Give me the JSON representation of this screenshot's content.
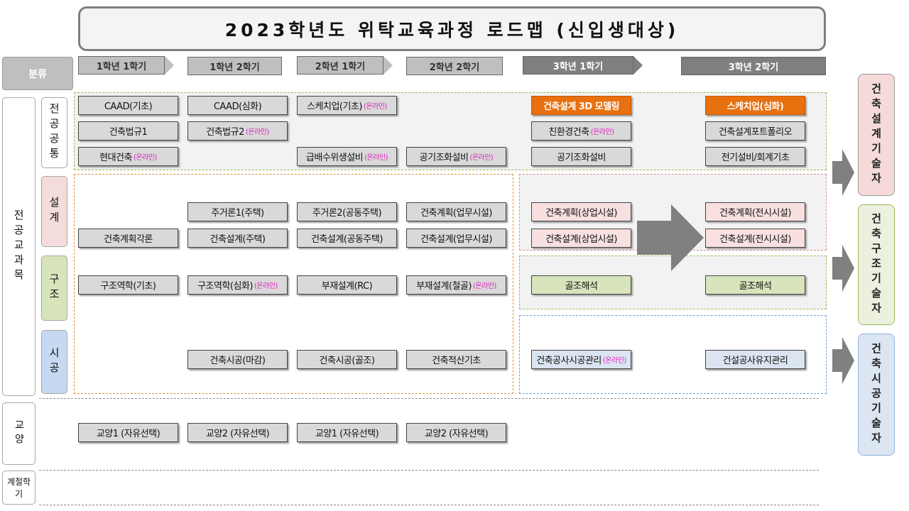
{
  "title": "2023학년도   위탁교육과정  로드맵  (신입생대상)",
  "semesters": [
    "1학년 1학기",
    "1학년 2학기",
    "2학년 1학기",
    "2학년 2학기",
    "3학년 1학기",
    "3학년 2학기"
  ],
  "categories": {
    "classification": "분류",
    "major_subjects": "전공교과목",
    "major_common": "전공공통",
    "design": "설계",
    "structure": "구조",
    "construction": "시공",
    "liberal": "교양",
    "seasonal": "계절학기"
  },
  "online_tag": "(온라인)",
  "courses": {
    "c1": "CAAD(기초)",
    "c2": "건축법규1",
    "c3": "현대건축",
    "c4": "CAAD(심화)",
    "c5": "건축법규2",
    "c6": "스케치업(기초)",
    "c7": "급배수위생설비",
    "c8": "공기조화설비",
    "c9": "건축설계 3D 모델링",
    "c10": "친환경건축",
    "c11": "공기조화설비",
    "c12": "스케치업(심화)",
    "c13": "건축설계포트폴리오",
    "c14": "전기설비/회계기초",
    "d1": "건축계획각론",
    "d2": "주거론1(주택)",
    "d3": "건축설계(주택)",
    "d4": "주거론2(공동주택)",
    "d5": "건축설계(공동주택)",
    "d6": "건축계획(업무시설)",
    "d7": "건축설계(업무시설)",
    "d8": "건축계획(상업시설)",
    "d9": "건축설계(상업시설)",
    "d10": "건축계획(전시시설)",
    "d11": "건축설계(전시시설)",
    "s1": "구조역학(기초)",
    "s2": "구조역학(심화)",
    "s3": "부재설계(RC)",
    "s4": "부재설계(철골)",
    "s5": "골조해석",
    "s6": "골조해석",
    "t1": "건축시공(마감)",
    "t2": "건축시공(골조)",
    "t3": "건축적산기초",
    "t4": "건축공사시공관리",
    "t5": "건설공사유지관리",
    "l1": "교양1 (자유선택)",
    "l2": "교양2 (자유선택)",
    "l3": "교양1 (자유선택)",
    "l4": "교양2 (자유선택)"
  },
  "jobs": [
    "건축설계기술자",
    "건축구조기술자",
    "건축시공기술자"
  ],
  "colors": {
    "orange": "#e8700e",
    "pink": "#f8e0e0",
    "green": "#d8e4bc",
    "blue": "#dbe5f1",
    "online_tag": "#e020c0",
    "job_design": "#f6dada",
    "job_structure": "#ebf1de",
    "job_construction": "#dce6f2"
  }
}
